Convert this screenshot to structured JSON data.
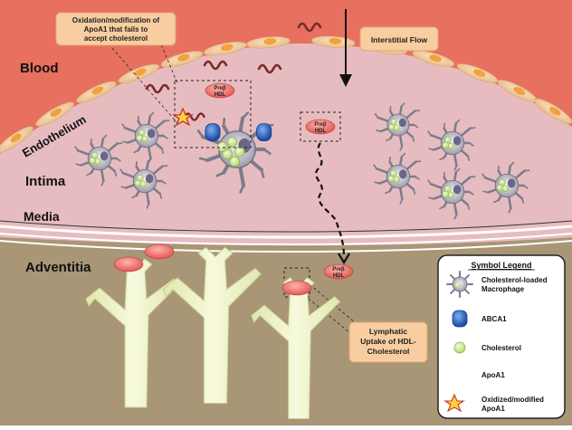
{
  "regions": {
    "blood": "Blood",
    "endothelium": "Endothelium",
    "intima": "Intima",
    "media": "Media",
    "adventitia": "Adventitia"
  },
  "callouts": {
    "oxidation": "Oxidation/modification of ApoA1 that fails to accept cholesterol",
    "interstitial_flow": "Interstitial Flow",
    "lymphatic": "Lymphatic Uptake of HDL-Cholesterol"
  },
  "hdl": {
    "line1": "Preβ",
    "line2": "HDL"
  },
  "legend": {
    "title": "Symbol Legend",
    "items": [
      {
        "icon": "macrophage-icon",
        "label": "Cholesterol-loaded Macrophage"
      },
      {
        "icon": "abca1-icon",
        "label": "ABCA1"
      },
      {
        "icon": "cholesterol-icon",
        "label": "Cholesterol"
      },
      {
        "icon": "apoa1-icon",
        "label": "ApoA1"
      },
      {
        "icon": "oxidized-apoa1-icon",
        "label": "Oxidized/modified ApoA1"
      }
    ]
  },
  "colors": {
    "blood": "#e8705f",
    "intima": "#e7bcc0",
    "adventitia": "#a99676",
    "callout": "#f8cda0",
    "apoa1": "#7a2a2a",
    "hdl": "#ec6a6a",
    "abca1": "#2f6fd0",
    "cholesterol": "#cfe89a",
    "lymphatic": "#eef3c8"
  }
}
